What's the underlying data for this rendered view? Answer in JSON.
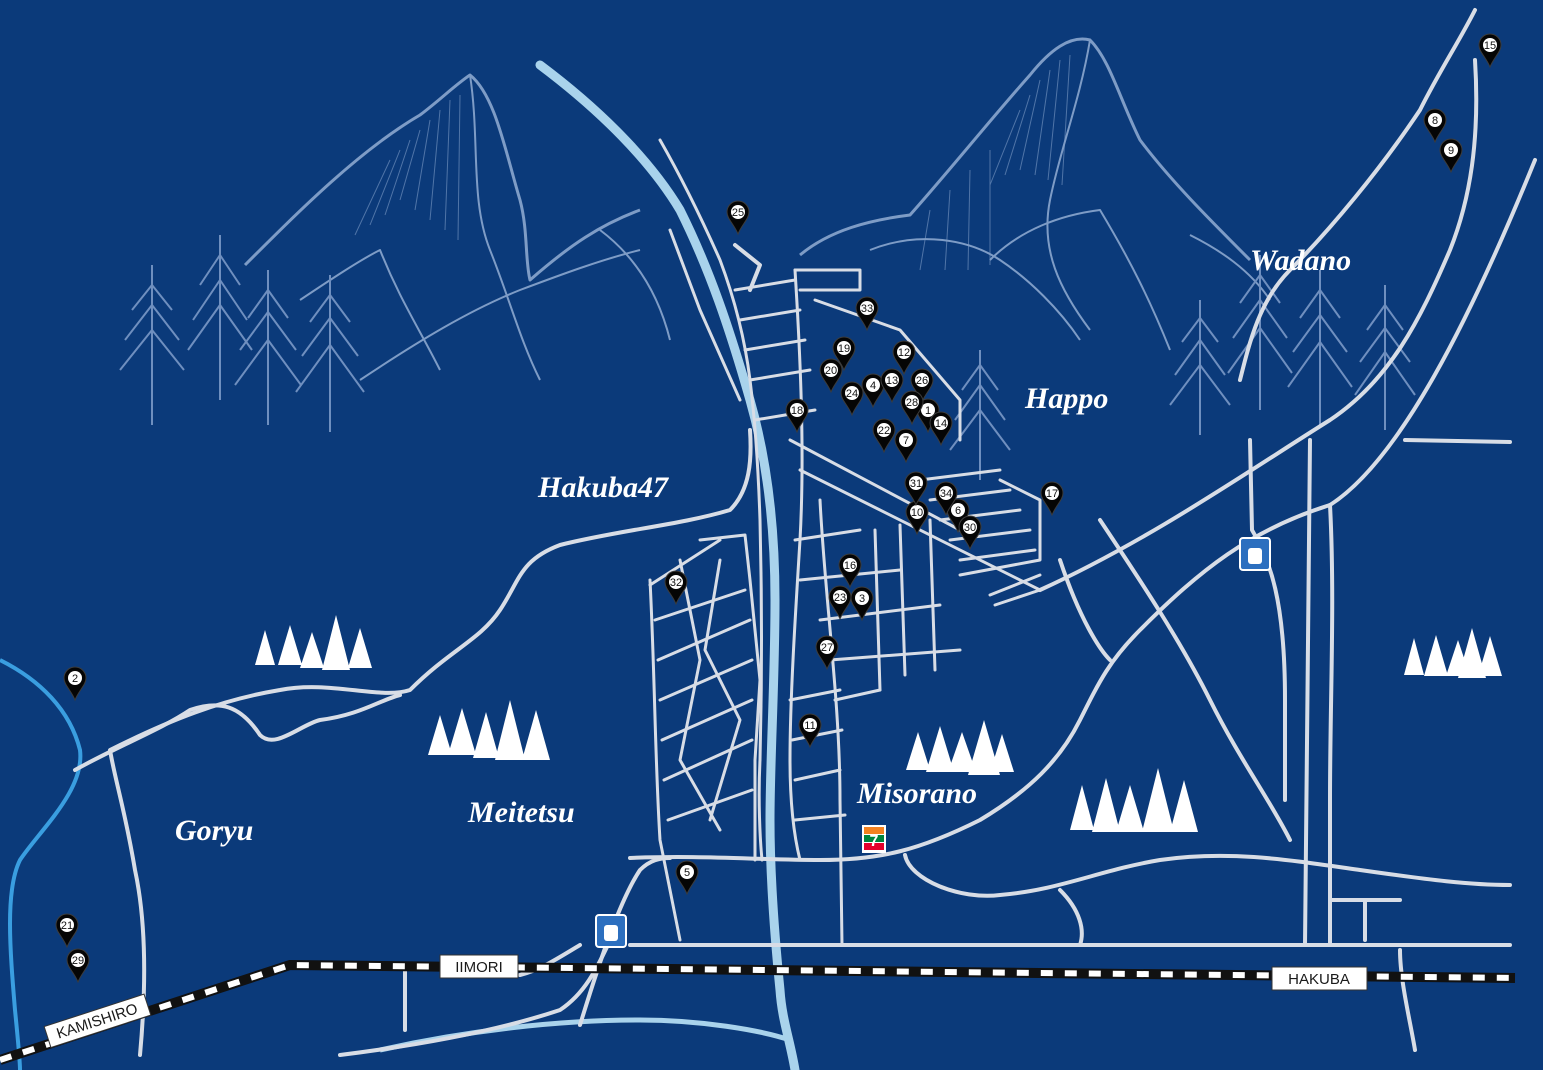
{
  "colors": {
    "background": "#0b3a7a",
    "road": "#d8dde6",
    "river_light": "#a9d3ec",
    "river_blue": "#3a9ee0",
    "mountain_line": "#7e9cc6",
    "tree_dark": "#6f8fbf",
    "tree_white": "#ffffff",
    "pin": "#050505",
    "seven_eleven_green": "#00843d",
    "seven_eleven_orange": "#f58220",
    "seven_eleven_red": "#e4002b"
  },
  "areas": {
    "hakuba47": "Hakuba47",
    "happo": "Happo",
    "wadano": "Wadano",
    "goryu": "Goryu",
    "meitetsu": "Meitetsu",
    "misorano": "Misorano"
  },
  "stations": {
    "kamishiro": "KAMISHIRO",
    "iimori": "IIMORI",
    "hakuba": "HAKUBA"
  },
  "stores": {
    "convenience_1_icon": "lawson-icon",
    "convenience_2_icon": "lawson-icon",
    "convenience_3_icon": "seven-eleven-icon"
  },
  "pins": [
    "1",
    "2",
    "3",
    "4",
    "5",
    "6",
    "7",
    "8",
    "9",
    "10",
    "11",
    "12",
    "13",
    "14",
    "15",
    "16",
    "17",
    "18",
    "19",
    "20",
    "21",
    "22",
    "23",
    "24",
    "25",
    "26",
    "27",
    "28",
    "29",
    "30",
    "31",
    "32",
    "33",
    "34"
  ]
}
